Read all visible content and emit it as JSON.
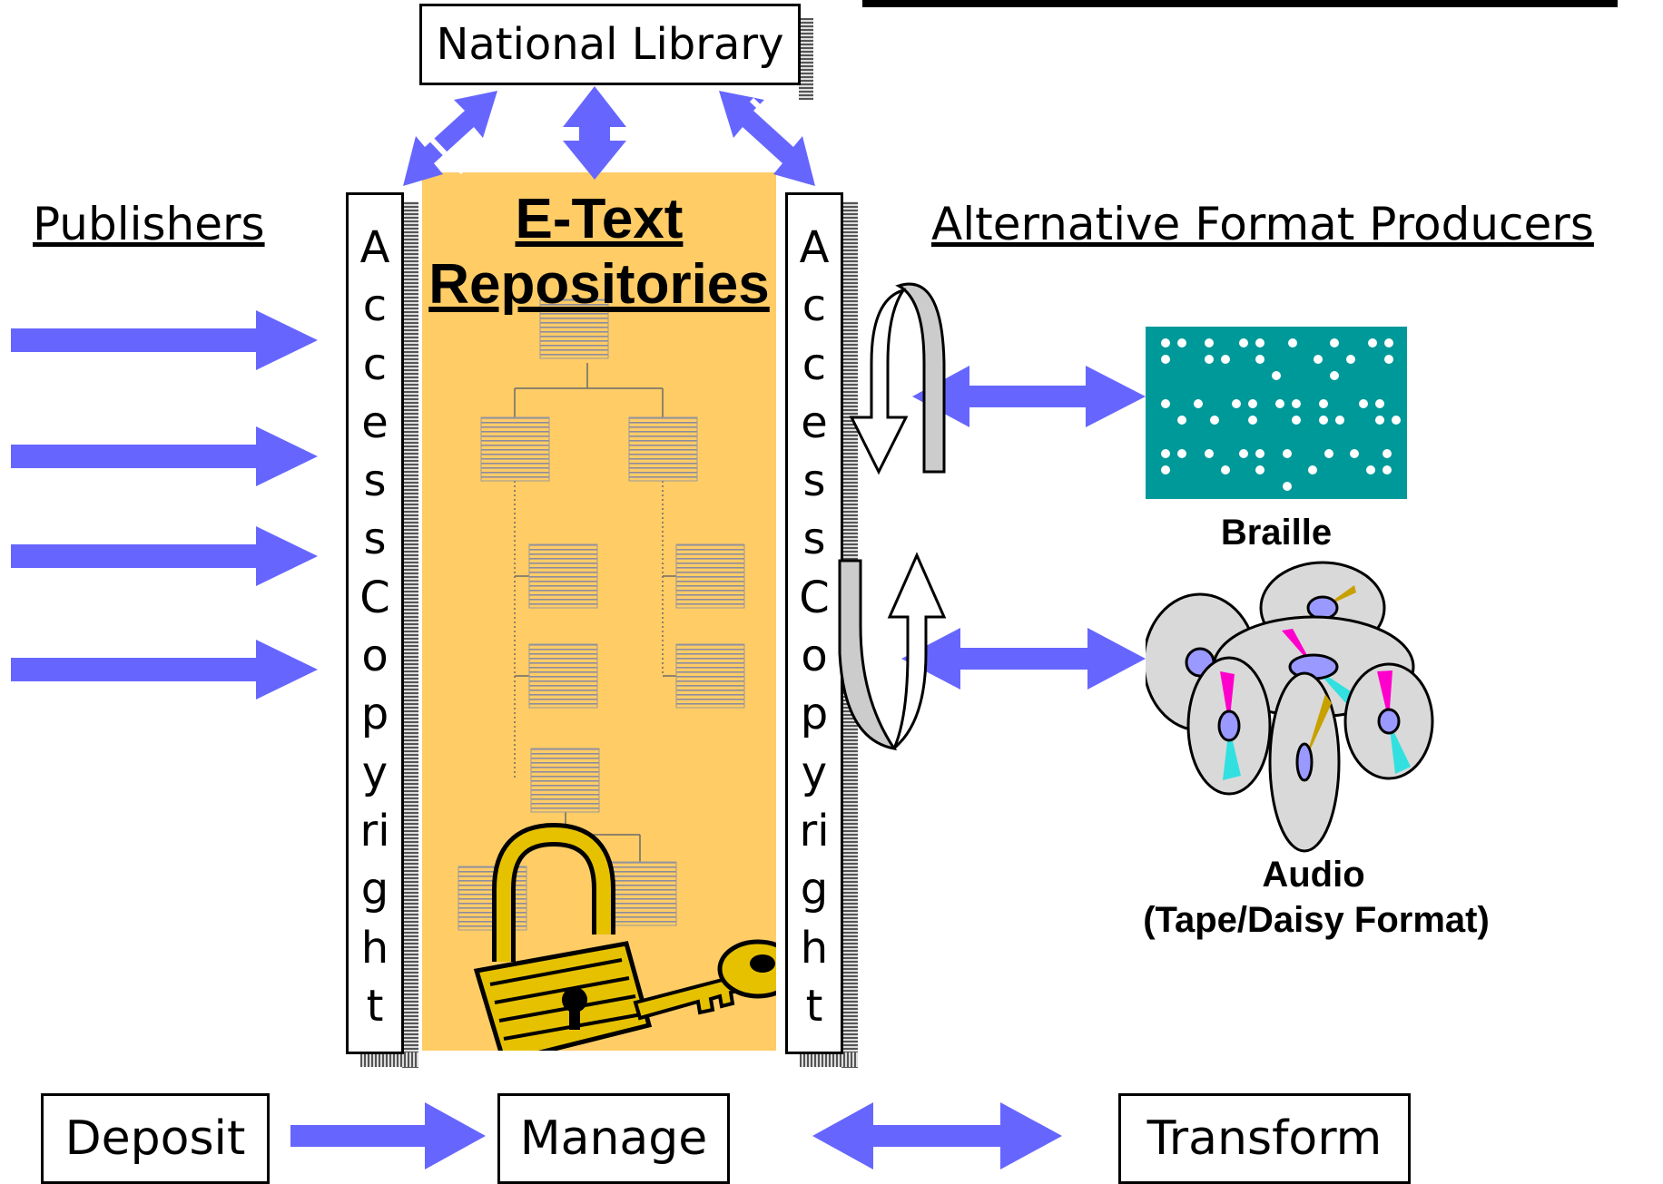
{
  "top_box": {
    "label": "National Library"
  },
  "headings": {
    "publishers": "Publishers",
    "repository_line1": "E-Text",
    "repository_line2": "Repositories",
    "producers": "Alternative Format Producers"
  },
  "access_column": {
    "letters": [
      "A",
      "c",
      "c",
      "e",
      "s",
      "s",
      "C",
      "o",
      "p",
      "y",
      "ri",
      "g",
      "h",
      "t"
    ]
  },
  "formats": {
    "braille_label": "Braille",
    "audio_label_line1": "Audio",
    "audio_label_line2": "(Tape/Daisy Format)"
  },
  "bottom_flow": {
    "deposit": "Deposit",
    "manage": "Manage",
    "transform": "Transform"
  },
  "colors": {
    "arrow": "#6666ff",
    "repository_fill": "#ffcc66",
    "braille_fill": "#009999",
    "disc_gray": "#d9d9d9",
    "disc_hub": "#9999ff"
  }
}
